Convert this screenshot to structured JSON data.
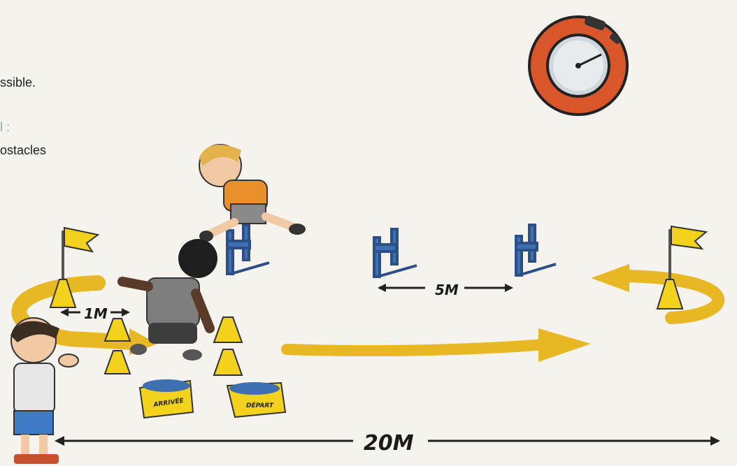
{
  "text_fragments": {
    "line1": "ssible.",
    "line2": "l :",
    "line3": "ostacles"
  },
  "illustration": {
    "distance_labels": {
      "cone_gap": "1M",
      "hurdle_gap": "5M",
      "total": "20M"
    },
    "box_labels": {
      "arrival": "ARRIVÉE",
      "departure": "DÉPART"
    },
    "colors": {
      "track_arrow": "#e8b824",
      "cone": "#f2d21c",
      "hurdle": "#3e6fb0",
      "stopwatch_ring": "#d9562a",
      "background": "#f6f3ef"
    },
    "icons": [
      "stopwatch-icon",
      "flag-icon",
      "cone-icon",
      "hurdle-icon",
      "ball-box-icon",
      "child-figure"
    ]
  }
}
